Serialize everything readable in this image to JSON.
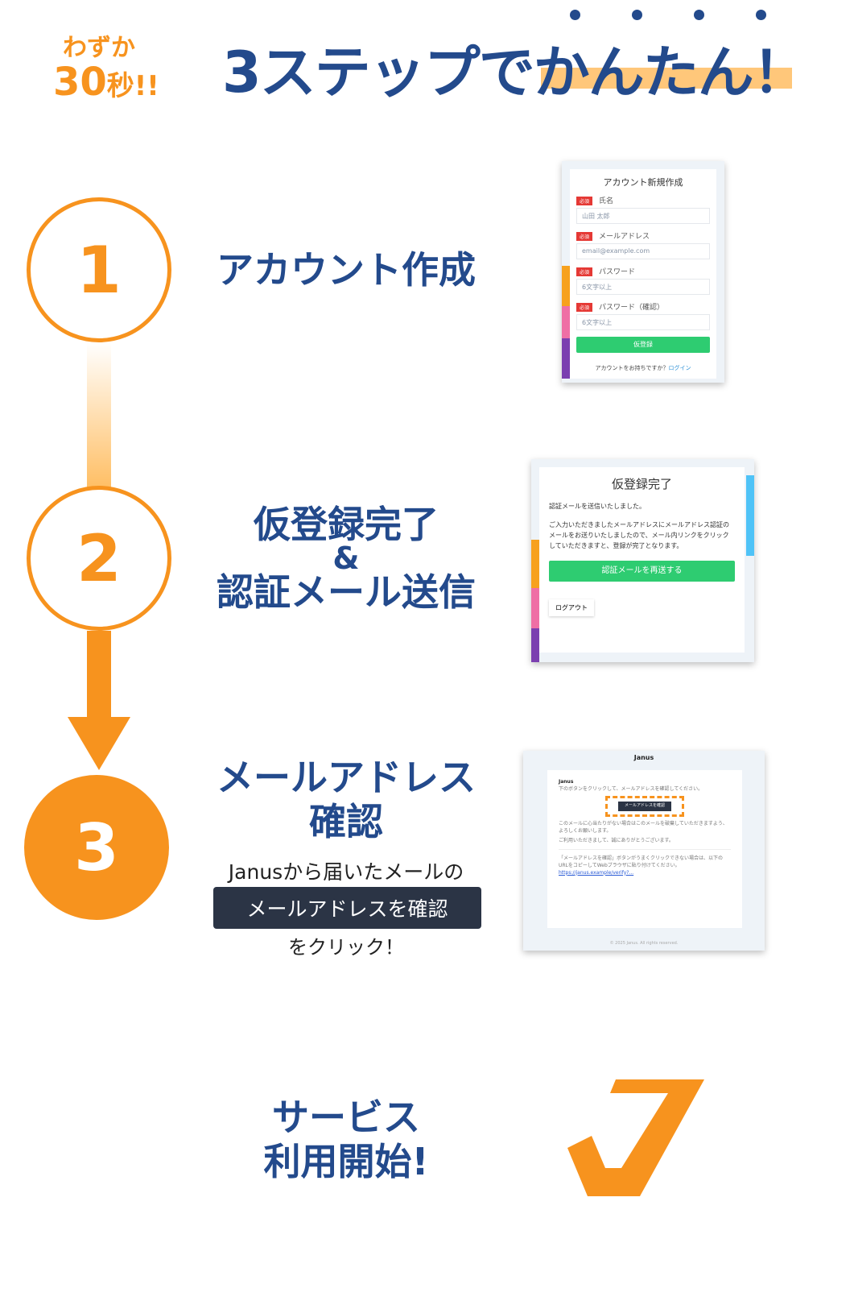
{
  "header": {
    "tagline_top": "わずか",
    "tagline_num": "30",
    "tagline_unit": "秒!!",
    "title_prefix": "3ステップで",
    "title_emph": "かんたん",
    "title_suffix": "！"
  },
  "steps": [
    {
      "number": "1",
      "title": "アカウント作成"
    },
    {
      "number": "2",
      "title_line1": "仮登録完了",
      "title_line2": "&",
      "title_line3": "認証メール送信"
    },
    {
      "number": "3",
      "title_line1": "メールアドレス",
      "title_line2": "確認",
      "desc_top": "Janusから届いたメールの",
      "button": "メールアドレスを確認",
      "desc_bottom": "をクリック！"
    },
    {
      "title_line1": "サービス",
      "title_line2": "利用開始!"
    }
  ],
  "mock_signup": {
    "title": "アカウント新規作成",
    "required": "必須",
    "fields": [
      {
        "label": "氏名",
        "placeholder": "山田 太郎"
      },
      {
        "label": "メールアドレス",
        "placeholder": "email@example.com"
      },
      {
        "label": "パスワード",
        "placeholder": "6文字以上"
      },
      {
        "label": "パスワード（確認）",
        "placeholder": "6文字以上"
      }
    ],
    "submit": "仮登録",
    "footer": "アカウントをお持ちですか？",
    "login_link": "ログイン"
  },
  "mock_pending": {
    "title": "仮登録完了",
    "line1": "認証メールを送信いたしました。",
    "body": "ご入力いただきましたメールアドレスにメールアドレス認証のメールをお送りいたしましたので、メール内リンクをクリックしていただきますと、登録が完了となります。",
    "resend": "認証メールを再送する",
    "logout": "ログアウト"
  },
  "mock_email": {
    "brand": "Janus",
    "heading": "Janus",
    "intro": "下のボタンをクリックして、メールアドレスを確認してください。",
    "button": "メールアドレスを確認",
    "note1": "このメールに心当たりがない場合はこのメールを破棄していただきますよう、よろしくお願いします。",
    "note2": "ご利用いただきまして、誠にありがとうございます。",
    "fallback": "「メールアドレスを確認」ボタンがうまくクリックできない場合は、以下のURLをコピーしてWebブラウザに貼り付けてください。",
    "link": "https://janus.example/verify?...",
    "copyright": "© 2025 Janus. All rights reserved."
  },
  "colors": {
    "accent": "#f7931e",
    "navy": "#234a8c",
    "green": "#2ecc71",
    "dark_button": "#2b3445"
  }
}
